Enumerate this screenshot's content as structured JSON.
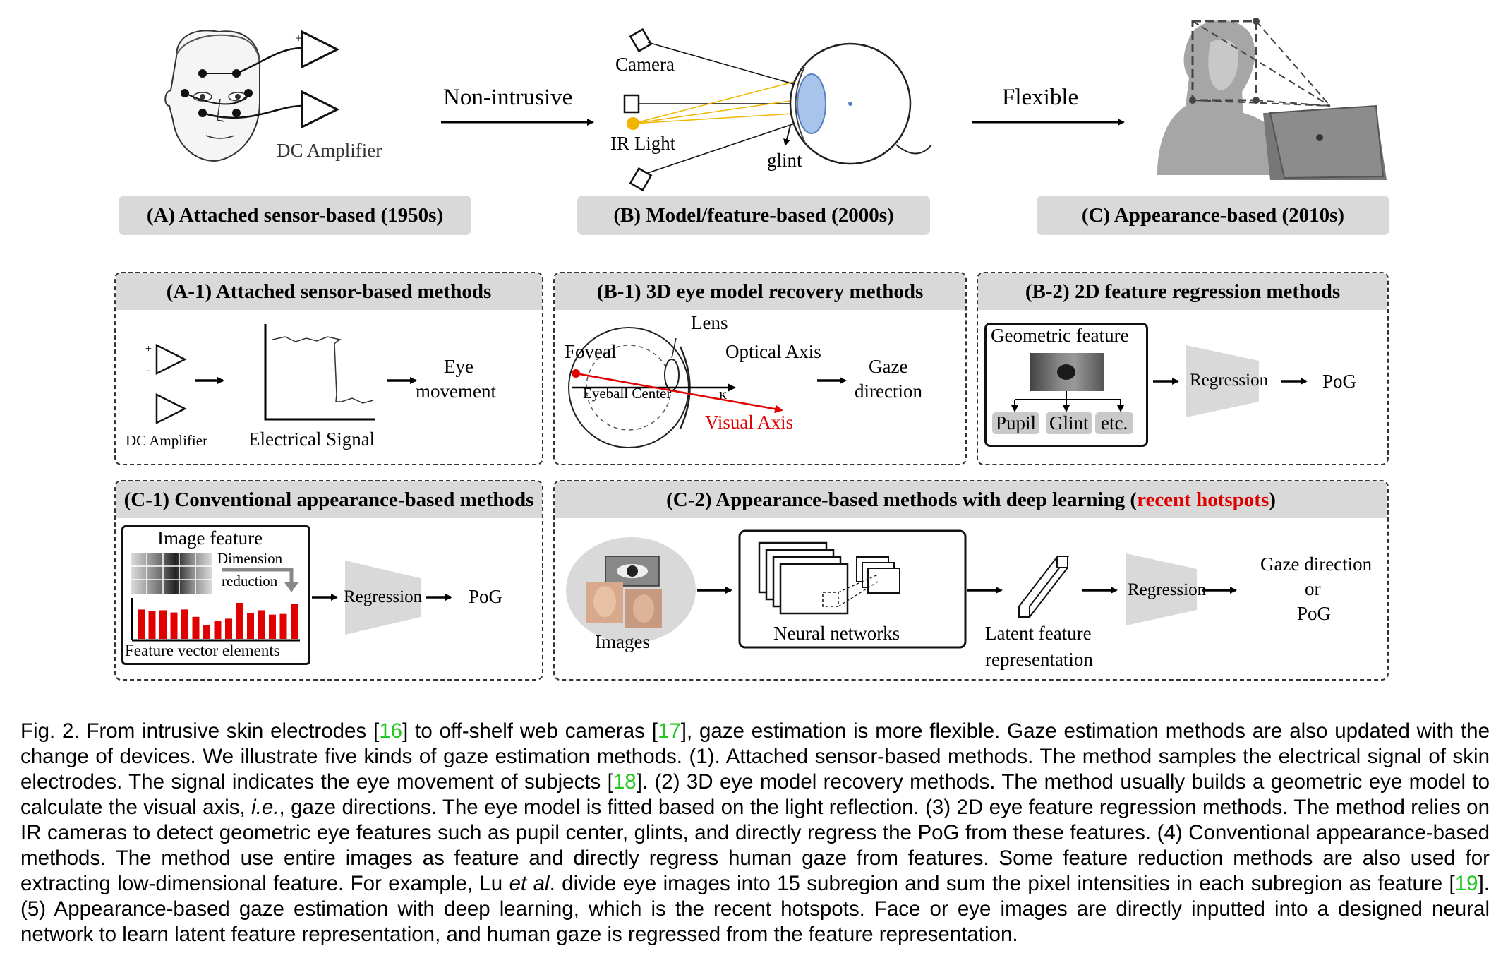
{
  "stages": {
    "a": {
      "label": "(A) Attached sensor-based (1950s)",
      "amp_label": "DC Amplifier"
    },
    "arrow1": "Non-intrusive",
    "b": {
      "label": "(B) Model/feature-based (2000s)",
      "camera": "Camera",
      "ir_light": "IR Light",
      "glint": "glint"
    },
    "arrow2": "Flexible",
    "c": {
      "label": "(C) Appearance-based (2010s)"
    }
  },
  "panels": {
    "a1": {
      "title": "(A-1) Attached sensor-based methods",
      "amp": "DC Amplifier",
      "signal": "Electrical Signal",
      "output_l1": "Eye",
      "output_l2": "movement"
    },
    "b1": {
      "title": "(B-1) 3D eye model recovery methods",
      "lens": "Lens",
      "foveal": "Foveal",
      "eyeball_center": "Eyeball Center",
      "optical_axis": "Optical Axis",
      "kappa": "κ",
      "visual_axis": "Visual Axis",
      "output_l1": "Gaze",
      "output_l2": "direction"
    },
    "b2": {
      "title": "(B-2) 2D feature regression methods",
      "feature": "Geometric feature",
      "pupil": "Pupil",
      "glint": "Glint",
      "etc": "etc.",
      "regression": "Regression",
      "pog": "PoG"
    },
    "c1": {
      "title": "(C-1) Conventional appearance-based methods",
      "feature": "Image feature",
      "dim_l1": "Dimension",
      "dim_l2": "reduction",
      "vector": "Feature vector elements",
      "regression": "Regression",
      "pog": "PoG",
      "bar_heights": [
        0.8,
        0.75,
        0.78,
        0.72,
        0.8,
        0.6,
        0.38,
        0.48,
        0.55,
        0.98,
        0.7,
        0.78,
        0.66,
        0.68,
        0.95
      ]
    },
    "c2": {
      "title_main": "(C-2) Appearance-based methods with deep learning (",
      "title_hot": "recent hotspots",
      "title_end": ")",
      "images": "Images",
      "nn": "Neural networks",
      "latent_l1": "Latent feature",
      "latent_l2": "representation",
      "regression": "Regression",
      "out_l1": "Gaze direction",
      "out_l2": "or",
      "out_l3": "PoG"
    }
  },
  "caption": {
    "p1": "Fig. 2. From intrusive skin electrodes [",
    "r1": "16",
    "p2": "] to off-shelf web cameras [",
    "r2": "17",
    "p3": "], gaze estimation is more flexible. Gaze estimation methods are also updated with the change of devices. We illustrate five kinds of gaze estimation methods. (1). Attached sensor-based methods. The method samples the electrical signal of skin electrodes. The signal indicates the eye movement of subjects [",
    "r3": "18",
    "p4": "]. (2) 3D eye model recovery methods. The method usually builds a geometric eye model to calculate the visual axis, ",
    "ie": "i.e.",
    "p5": ", gaze directions. The eye model is fitted based on the light reflection. (3) 2D eye feature regression methods. The method relies on IR cameras to detect geometric eye features such as pupil center, glints, and directly regress the PoG from these features. (4) Conventional appearance-based methods. The method use entire images as feature and directly regress human gaze from features. Some feature reduction methods are also used for extracting low-dimensional feature. For example, Lu ",
    "etal": "et al",
    "p6": ". divide eye images into 15 subregion and sum the pixel intensities in each subregion as feature [",
    "r4": "19",
    "p7": "]. (5) Appearance-based gaze estimation with deep learning, which is the recent hotspots. Face or eye images are directly inputted into a designed neural network to learn latent feature representation, and human gaze is regressed from the feature representation."
  },
  "colors": {
    "panel_head": "#d9d9d9",
    "ref_green": "#22c922",
    "visual_red": "#e00000",
    "ir_yellow": "#f2b600",
    "eye_blue": "#a9c4ea"
  }
}
